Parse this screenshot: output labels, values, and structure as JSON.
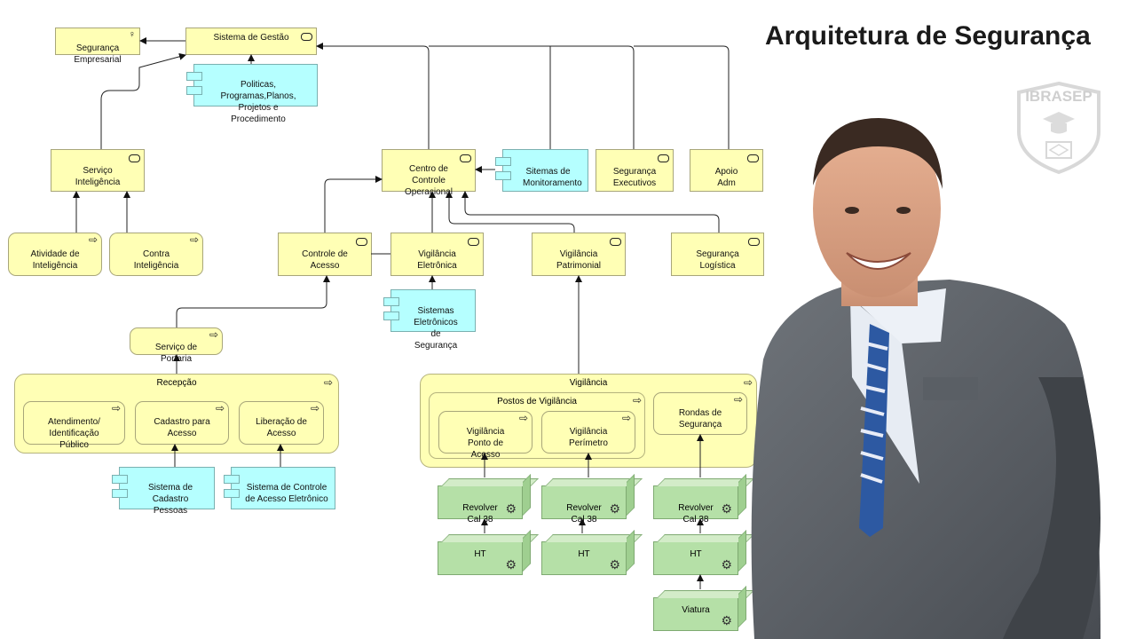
{
  "title": "Arquitetura de Segurança",
  "logo_text": "IBRASEP",
  "nodes": {
    "seguranca_empresarial": "Segurança\nEmpresarial",
    "sistema_gestao": "Sistema de Gestão",
    "politicas": "Politicas,\nProgramas,Planos,\nProjetos  e Procedimento",
    "servico_inteligencia": "Serviço\nInteligência",
    "atividade_inteligencia": "Atividade de\nInteligência",
    "contra_inteligencia": "Contra\nInteligência",
    "centro_controle": "Centro de\nControle\nOperacional",
    "sistemas_monitoramento": "Sitemas de\nMonitoramento",
    "seguranca_executivos": "Segurança\nExecutivos",
    "apoio_adm": "Apoio\nAdm",
    "controle_acesso": "Controle de\nAcesso",
    "vigilancia_eletronica": "Vigilância\nEletrônica",
    "vigilancia_patrimonial": "Vigilância\nPatrimonial",
    "seguranca_logistica": "Segurança\nLogística",
    "sistemas_eletronicos": "Sistemas\nEletrônicos de\nSegurança",
    "servico_portaria": "Serviço de\nPortaria",
    "recepcao": "Recepção",
    "atendimento": "Atendimento/\nIdentificação\nPúblico",
    "cadastro_acesso": "Cadastro para\nAcesso",
    "liberacao_acesso": "Liberação de\nAcesso",
    "sistema_cadastro": "Sistema de Cadastro\nPessoas",
    "sistema_controle_acesso": "Sistema de Controle\nde Acesso Eletrônico",
    "vigilancia_group": "Vigilância",
    "postos_vigilancia": "Postos de Vigilância",
    "vigilancia_ponto": "Vigilância\nPonto de\nAcesso",
    "vigilancia_perimetro": "Vigilância\nPerímetro",
    "rondas_seguranca": "Rondas de\nSegurança",
    "revolver_1": "Revolver\nCal 38",
    "revolver_2": "Revolver\nCal 38",
    "revolver_3": "Revolver\nCal 38",
    "ht_1": "HT",
    "ht_2": "HT",
    "ht_3": "HT",
    "viatura": "Viatura"
  }
}
